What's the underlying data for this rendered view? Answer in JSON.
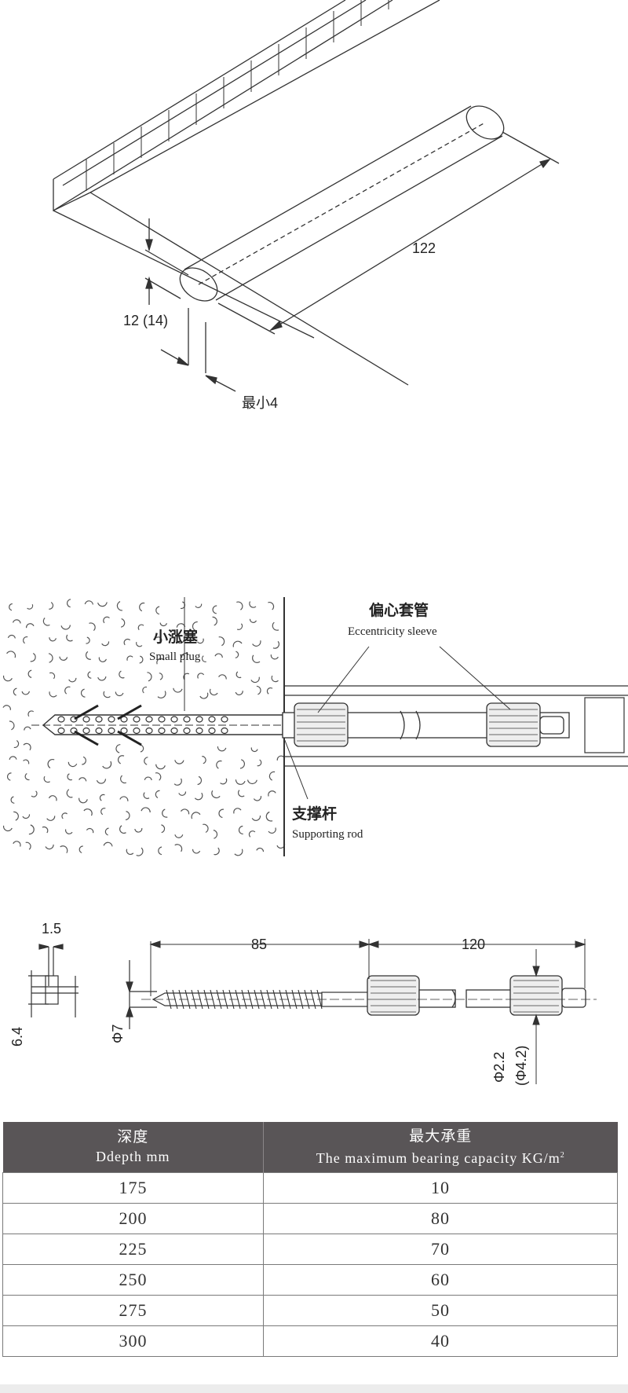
{
  "top_drawing": {
    "dim_length": "122",
    "dim_thickness": "12 (14)",
    "dim_min": "最小4"
  },
  "middle_drawing": {
    "eccentric_sleeve_zh": "偏心套管",
    "eccentric_sleeve_en": "Eccentricity sleeve",
    "small_plug_zh": "小涨塞",
    "small_plug_en": "Small plug",
    "supporting_rod_zh": "支撑杆",
    "supporting_rod_en": "Supporting rod"
  },
  "bottom_drawing": {
    "dim_1_5": "1.5",
    "dim_6_4": "6.4",
    "dim_phi7": "Φ7",
    "dim_85": "85",
    "dim_120": "120",
    "dim_phi2_2": "Φ2.2",
    "dim_phi4_2": "(Φ4.2)"
  },
  "table": {
    "headers": [
      {
        "zh": "深度",
        "en": "Ddepth mm"
      },
      {
        "zh": "最大承重",
        "en": "The maximum bearing capacity  KG/m"
      }
    ],
    "superscript": "2",
    "rows": [
      [
        "175",
        "10"
      ],
      [
        "200",
        "80"
      ],
      [
        "225",
        "70"
      ],
      [
        "250",
        "60"
      ],
      [
        "275",
        "50"
      ],
      [
        "300",
        "40"
      ]
    ]
  }
}
